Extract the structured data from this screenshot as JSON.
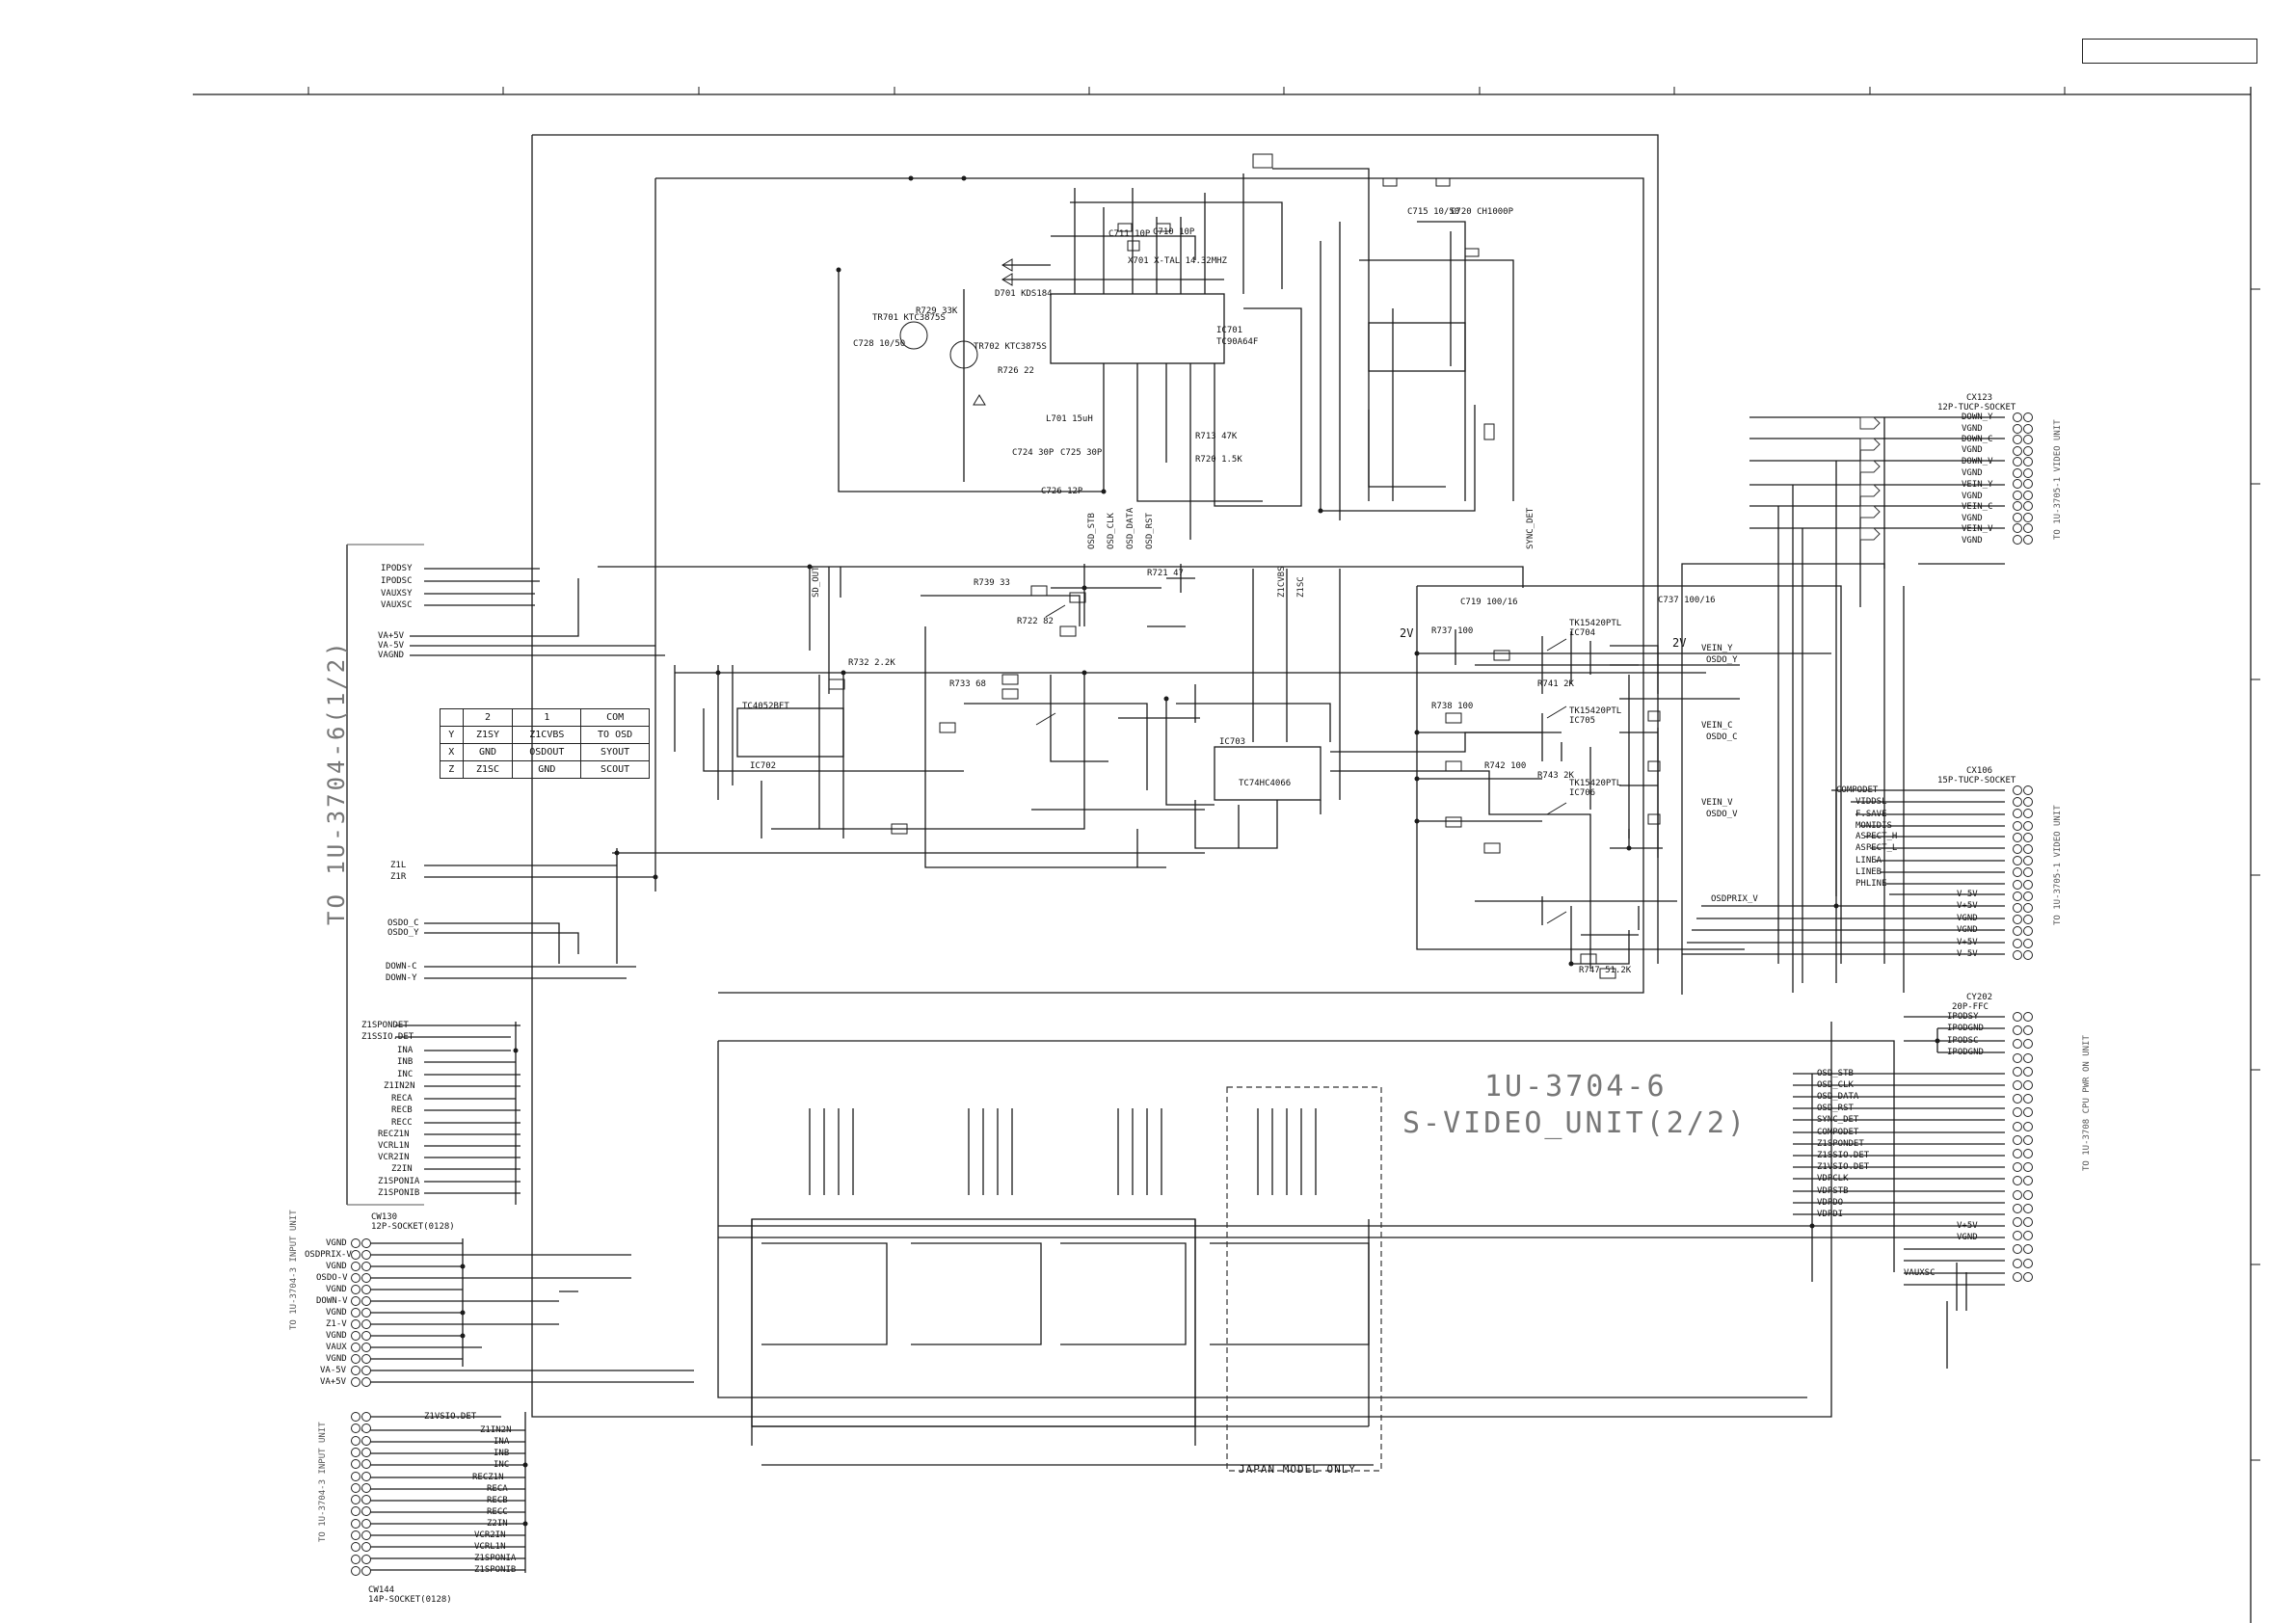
{
  "unit_label": "1U-3704-6",
  "unit_subtitle": "S-VIDEO_UNIT(2/2)",
  "to_label_left": "TO 1U-3704-6(1/2)",
  "japan_note": "JAPAN MODEL ONLY",
  "voltage_labels": [
    "2V",
    "2V"
  ],
  "left_signals": [
    "IPODSY",
    "IPODSC",
    "VAUXSY",
    "VAUXSC"
  ],
  "power_signals": [
    "VA+5V",
    "VA-5V",
    "VAGND"
  ],
  "mid_left_signals": [
    "Z1L",
    "Z1R",
    "OSDO_C",
    "OSDO_Y",
    "DOWN-C",
    "DOWN-Y"
  ],
  "bottom_left_signals": [
    "Z1SPONDET",
    "Z1SSIO.DET",
    "INA",
    "INB",
    "INC",
    "Z1IN2N",
    "RECA",
    "RECB",
    "RECC",
    "RECZ1N",
    "VCRL1N",
    "VCR2IN",
    "Z2IN",
    "Z1SPONIA",
    "Z1SPONIB"
  ],
  "switch_table": {
    "header": [
      "",
      "2",
      "1",
      "COM"
    ],
    "rows": [
      [
        "Y",
        "Z1SY",
        "Z1CVBS",
        "TO OSD"
      ],
      [
        "X",
        "GND",
        "OSDOUT",
        "SYOUT"
      ],
      [
        "Z",
        "Z1SC",
        "GND",
        "SCOUT"
      ]
    ]
  },
  "connectors": [
    {
      "ref": "CX123",
      "desc": "12P-TUCP-SOCKET",
      "target": "TO 1U-3705-1 VIDEO UNIT",
      "pins": [
        "DOWN_Y",
        "VGND",
        "DOWN_C",
        "VGND",
        "DOWN_V",
        "VGND",
        "VEIN_Y",
        "VGND",
        "VEIN_C",
        "VGND",
        "VEIN_V",
        "VGND"
      ]
    },
    {
      "ref": "CX106",
      "desc": "15P-TUCP-SOCKET",
      "target": "TO 1U-3705-1 VIDEO UNIT",
      "pins": [
        "COMPODET",
        "VIDDSL",
        "F.SAVE",
        "MONIDIS",
        "ASPECT_H",
        "ASPECT_L",
        "LINEA",
        "LINEB",
        "PHLINE",
        "V-5V",
        "V+5V",
        "VGND",
        "VGND",
        "V+5V",
        "V-5V"
      ]
    },
    {
      "ref": "CY202",
      "desc": "20P-FFC",
      "target": "TO 1U-3708 CPU PWR ON UNIT",
      "pins": [
        "IPODSY",
        "IPODGND",
        "IPODSC",
        "IPODGND",
        "OSD_STB",
        "OSD_CLK",
        "OSD_DATA",
        "OSD_RST",
        "SYNC_DET",
        "COMPODET",
        "Z1SPONDET",
        "Z1SSIO.DET",
        "Z1VSIO.DET",
        "VDPCLK",
        "VDPSTB",
        "VDPDO",
        "VDPDI",
        "V+5V",
        "VGND",
        "VAUXSC"
      ]
    },
    {
      "ref": "CW130",
      "desc": "12P-SOCKET(0128)",
      "target": "TO 1U-3704-3 INPUT UNIT",
      "pins": [
        "VGND",
        "OSDPRIX-V",
        "VGND",
        "OSDO-V",
        "VGND",
        "DOWN-V",
        "VGND",
        "Z1-V",
        "VGND",
        "VAUX",
        "VGND",
        "VA-5V",
        "VA+5V"
      ]
    },
    {
      "ref": "CW144",
      "desc": "14P-SOCKET(0128)",
      "target": "TO 1U-3704-3 INPUT UNIT",
      "pins": [
        "Z1VSIO.DET",
        "Z1IN2N",
        "INA",
        "INB",
        "INC",
        "RECZ1N",
        "RECA",
        "RECB",
        "RECC",
        "Z2IN",
        "VCR2IN",
        "VCRL1N",
        "Z1SPONIA",
        "Z1SPONIB"
      ]
    }
  ],
  "ics": [
    {
      "ref": "IC701",
      "part": "TC90A64F",
      "pos": "top"
    },
    {
      "ref": "IC702",
      "part": "TC4052BFT",
      "pos": "left-mid"
    },
    {
      "ref": "IC703",
      "part": "TC74HC4066",
      "pos": "center"
    },
    {
      "ref": "IC704",
      "part": "TK15420PTL",
      "pos": "right-top"
    },
    {
      "ref": "IC705",
      "part": "TK15420PTL",
      "pos": "right-mid"
    },
    {
      "ref": "IC706",
      "part": "TK15420PTL",
      "pos": "right-bot"
    }
  ],
  "parts": [
    "R729 33K",
    "C728 10/50",
    "TR701 KTC3875S",
    "TR702 KTC3875S",
    "D701 KDS184",
    "C711 10P",
    "C710 10P",
    "X701 X-TAL 14.32MHZ",
    "C715 10/50",
    "C720 CH1000P",
    "R726 22",
    "L701 15uH",
    "C724 30P",
    "C725 30P",
    "C726 12P",
    "R713 47K",
    "R720 1.5K",
    "R739 33",
    "R721 47",
    "R722 82",
    "R732 2.2K",
    "R733 68",
    "R737 100",
    "R738 100",
    "R741 2K",
    "R742 100",
    "R743 2K",
    "R747 51.2K",
    "C719 100/16",
    "C737 100/16"
  ],
  "net_labels": [
    "OSD_STB",
    "OSD_CLK",
    "OSD_DATA",
    "OSD_RST",
    "SYNC_DET",
    "Z1CVBS",
    "Z1SC",
    "SD_OUT",
    "VEIN_Y",
    "VEIN_C",
    "VEIN_V",
    "OSDO_Y",
    "OSDO_C",
    "OSDO_V",
    "OSDPRIX_V"
  ],
  "colors": {
    "line": "#1a1a1a",
    "grid": "#9a9a9a",
    "label_gray": "#777777"
  }
}
